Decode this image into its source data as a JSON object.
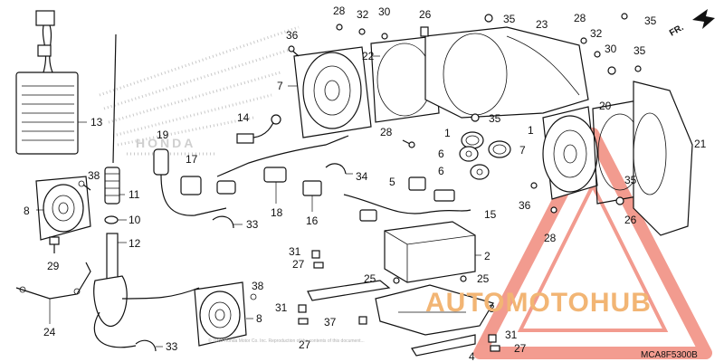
{
  "diagram_code": "MCA8F5300B",
  "direction_label": "FR.",
  "watermark": {
    "text": "AUTOMOTOHUB",
    "color": "#e94b35",
    "accent": "#f2b574"
  },
  "background_logo_text": "HONDA",
  "copyright_text": "© 2020 Honda Motor Co. Inc. Reproduction of the contents of this document...",
  "callouts": {
    "c13": "13",
    "c19": "19",
    "c14": "14",
    "c17": "17",
    "c18": "18",
    "c16": "16",
    "c34": "34",
    "c11": "11",
    "c10": "10",
    "c12": "12",
    "c8a": "8",
    "c38a": "38",
    "c29": "29",
    "c24": "24",
    "c33a": "33",
    "c33b": "33",
    "c38b": "38",
    "c8b": "8",
    "c36a": "36",
    "c7a": "7",
    "c28a": "28",
    "c32a": "32",
    "c30a": "30",
    "c26a": "26",
    "c22": "22",
    "c35a": "35",
    "c23": "23",
    "c28b": "28",
    "c35b": "35",
    "c1a": "1",
    "c1b": "1",
    "c6a": "6",
    "c6b": "6",
    "c5": "5",
    "c15": "15",
    "c2": "2",
    "c25a": "25",
    "c25b": "25",
    "c31a": "31",
    "c27a": "27",
    "c31b": "31",
    "c27b": "27",
    "c37": "37",
    "c3": "3",
    "c4": "4",
    "c31c": "31",
    "c27c": "27",
    "c35c": "35",
    "c28c": "28",
    "c32b": "32",
    "c30b": "30",
    "c35d": "35",
    "c35e": "35",
    "c20": "20",
    "c7b": "7",
    "c21": "21",
    "c36b": "36",
    "c26b": "26",
    "c28d": "28"
  }
}
